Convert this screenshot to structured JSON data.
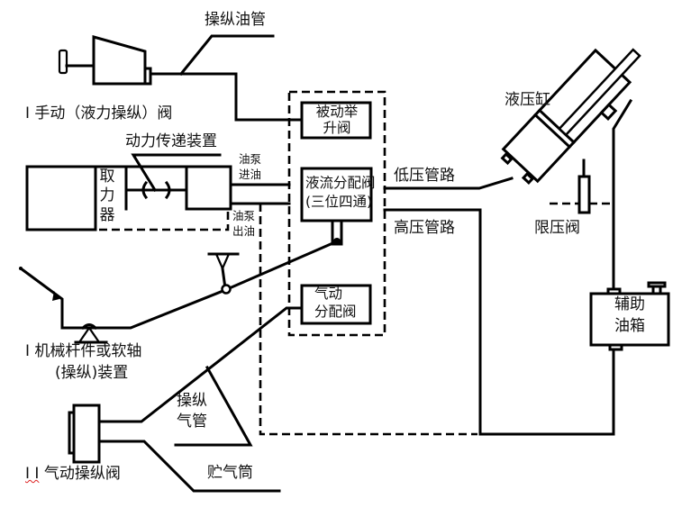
{
  "diagram": {
    "title": "",
    "labels": {
      "control_oil_pipe": "操纵油管",
      "manual_valve": "I 手动（液力操纵）阀",
      "power_transmission": "动力传递装置",
      "pump_inlet_1": "油泵",
      "pump_inlet_2": "进油",
      "pump_outlet_1": "油泵",
      "pump_outlet_2": "出油",
      "pto": "取力器",
      "passive_lift_valve_1": "被动举",
      "passive_lift_valve_2": "升阀",
      "fluid_distributor_1": "液流分配阀",
      "fluid_distributor_2": "(三位四通)",
      "low_pressure_line": "低压管路",
      "high_pressure_line": "高压管路",
      "hydraulic_cylinder": "液压缸",
      "pressure_limit_valve": "限压阀",
      "pneumatic_distributor_1": "气动",
      "pneumatic_distributor_2": "分配阀",
      "aux_tank_1": "辅助",
      "aux_tank_2": "油箱",
      "mechanical_linkage_1": "I 机械杆件或软轴",
      "mechanical_linkage_2": "(操纵)装置",
      "control_air_pipe_1": "操纵",
      "control_air_pipe_2": "气管",
      "pneumatic_valve_prefix": "I I",
      "pneumatic_valve": "气动操纵阀",
      "air_reservoir": "贮气筒"
    }
  }
}
